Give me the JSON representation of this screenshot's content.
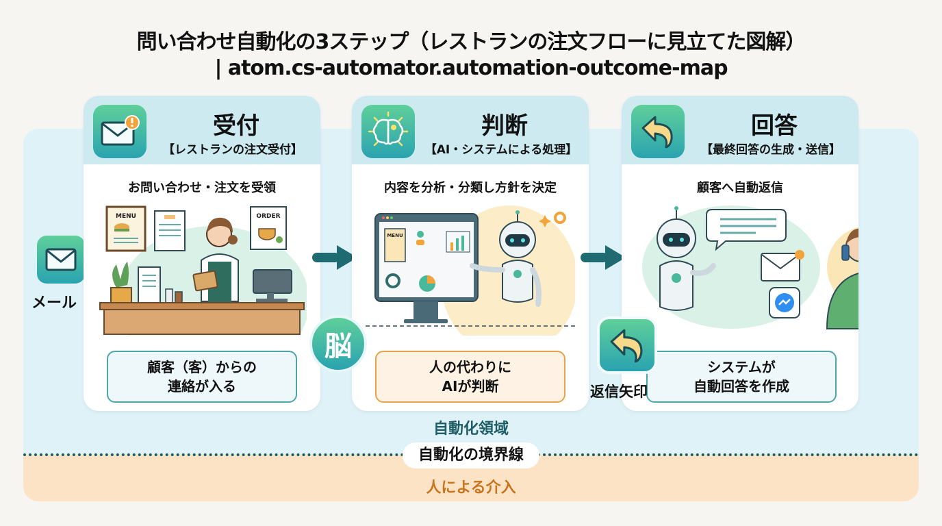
{
  "header": {
    "title": "問い合わせ自動化の3ステップ（レストランの注文フローに見立てた図解）",
    "subtitle": "| atom.cs-automator.automation-outcome-map"
  },
  "colors": {
    "automation_zone": "#dff2f8",
    "human_zone": "#fde3c6",
    "accent_teal": "#1f5d66",
    "accent_orange": "#c8741e",
    "icon_gradient_top": "#5fcf9a",
    "icon_gradient_bottom": "#2aa3b0"
  },
  "input": {
    "icon": "envelope-icon",
    "label": "メール"
  },
  "steps": [
    {
      "title": "受付",
      "subtitle": "【レストランの注文受付】",
      "icon": "envelope-alert-icon",
      "description": "お問い合わせ・注文を受領",
      "illustration": "restaurant-staff-taking-order",
      "signs": [
        "MENU",
        "ORDER"
      ],
      "note_lines": [
        "顧客（客）からの",
        "連絡が入る"
      ]
    },
    {
      "title": "判断",
      "subtitle": "【AI・システムによる処理】",
      "icon": "brain-icon",
      "description": "内容を分析・分類し方針を決定",
      "illustration": "robot-analyzing-dashboard",
      "signs": [
        "MENU"
      ],
      "note_lines": [
        "人の代わりに",
        "AIが判断"
      ],
      "badge": "脳"
    },
    {
      "title": "回答",
      "subtitle": "【最終回答の生成・送信】",
      "icon": "reply-arrow-icon",
      "description": "顧客へ自動返信",
      "illustration": "robot-sending-reply-to-customer",
      "note_lines": [
        "システムが",
        "自動回答を作成"
      ],
      "badge_label": "返信矢印"
    }
  ],
  "zones": {
    "automation_label": "自動化領域",
    "boundary_label": "自動化の境界線",
    "human_label": "人による介入"
  }
}
